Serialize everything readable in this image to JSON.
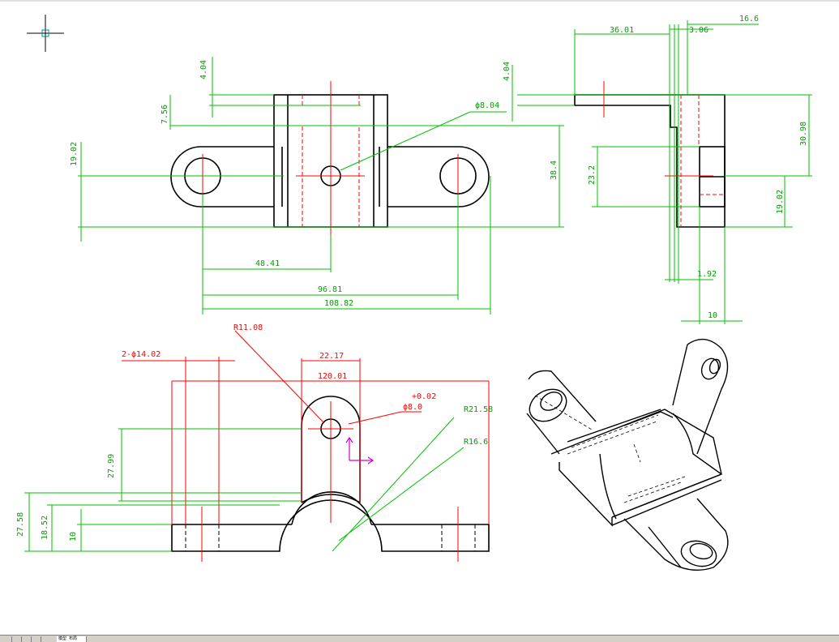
{
  "colors": {
    "geometry": "#000000",
    "dimension": "#00c000",
    "dimension_text": "#00a000",
    "centerline": "#ff0000",
    "hidden": "#ff0000",
    "ucs": "#d000d0",
    "crosshair": "#000000"
  },
  "dims_top": {
    "d404": "4.04",
    "d756": "7.56",
    "d1902": "19.02",
    "phi804": "ϕ8.04",
    "d384": "38.4",
    "d4841": "48.41",
    "d9681": "96.81",
    "d10882": "108.82"
  },
  "dims_side": {
    "d3601": "36.01",
    "d306": "3.06",
    "d166": "16.6",
    "d404": "4.04",
    "d3098": "30.98",
    "d232": "23.2",
    "d1902": "19.02",
    "d192": "1.92",
    "d10": "10"
  },
  "dims_front": {
    "r1108": "R11.08",
    "phi1402": "2-ϕ14.02",
    "d2217": "22.17",
    "d12001": "120.01",
    "tol": "+0.02",
    "phi8": "ϕ8.0",
    "r2158": "R21.58",
    "r166": "R16.6",
    "d2799": "27.99",
    "d2758": "27.58",
    "d1852": "18.52",
    "d10": "10"
  },
  "status": {
    "tabs": [
      "",
      "",
      "",
      "",
      "模型 布局"
    ]
  }
}
